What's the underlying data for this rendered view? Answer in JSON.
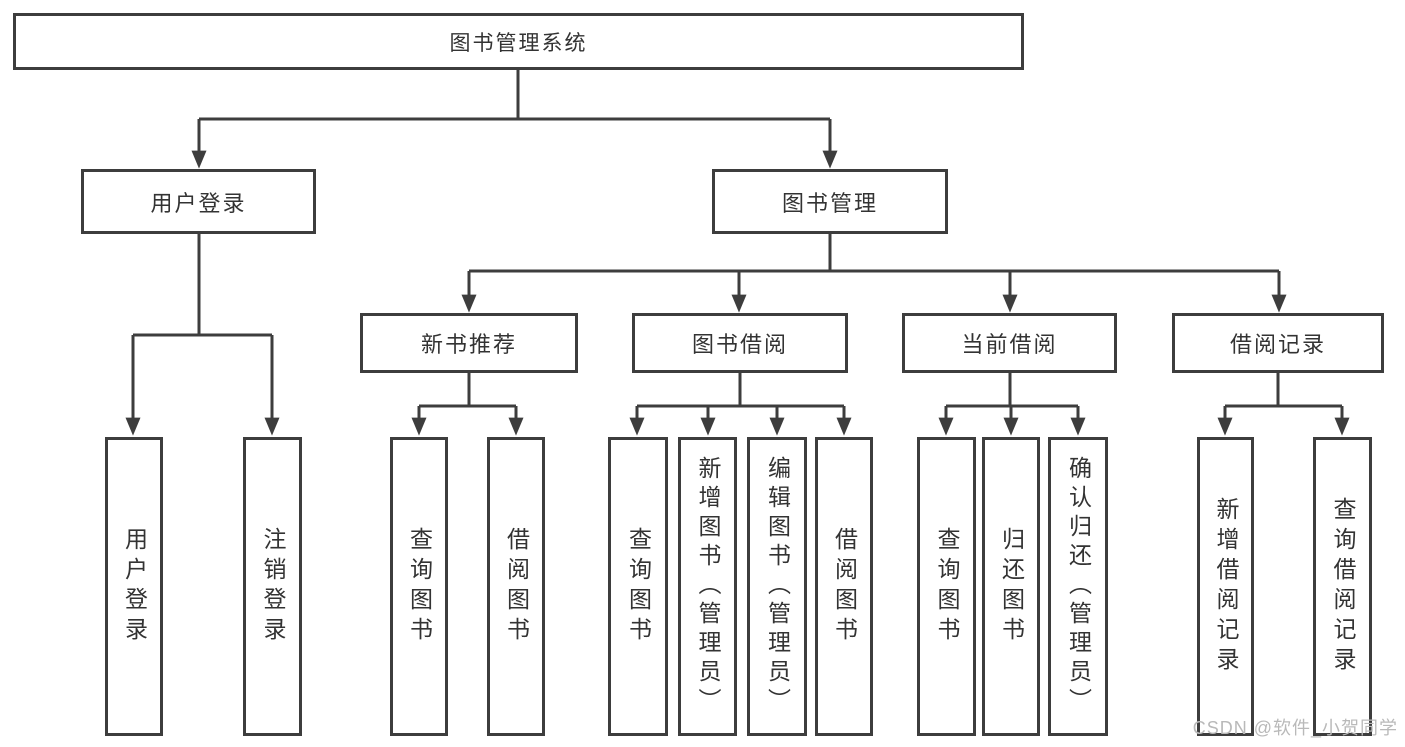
{
  "colors": {
    "line": "#3d3d3d",
    "text": "#333333",
    "bg": "#ffffff",
    "watermark": "#b9b9b9"
  },
  "watermark": "CSDN @软件_小贺同学",
  "nodes": {
    "root": {
      "label": "图书管理系统"
    },
    "user_login": {
      "label": "用户登录"
    },
    "book_mgmt": {
      "label": "图书管理"
    },
    "new_book_rec": {
      "label": "新书推荐"
    },
    "book_borrow": {
      "label": "图书借阅"
    },
    "current_borrow": {
      "label": "当前借阅"
    },
    "borrow_records": {
      "label": "借阅记录"
    },
    "leaf_user_login": {
      "label": "用户登录"
    },
    "leaf_logout": {
      "label": "注销登录"
    },
    "leaf_query_books_rec": {
      "label": "查询图书"
    },
    "leaf_borrow_books_rec": {
      "label": "借阅图书"
    },
    "leaf_query_books_borrow": {
      "label": "查询图书"
    },
    "leaf_add_book_admin": {
      "label": "新增图书（管理员）"
    },
    "leaf_edit_book_admin": {
      "label": "编辑图书（管理员）"
    },
    "leaf_borrow_books_borrow": {
      "label": "借阅图书"
    },
    "leaf_query_books_current": {
      "label": "查询图书"
    },
    "leaf_return_book": {
      "label": "归还图书"
    },
    "leaf_confirm_return_admin": {
      "label": "确认归还（管理员）"
    },
    "leaf_add_borrow_record": {
      "label": "新增借阅记录"
    },
    "leaf_query_borrow_record": {
      "label": "查询借阅记录"
    }
  },
  "tree": {
    "图书管理系统": {
      "用户登录": [
        "用户登录",
        "注销登录"
      ],
      "图书管理": {
        "新书推荐": [
          "查询图书",
          "借阅图书"
        ],
        "图书借阅": [
          "查询图书",
          "新增图书（管理员）",
          "编辑图书（管理员）",
          "借阅图书"
        ],
        "当前借阅": [
          "查询图书",
          "归还图书",
          "确认归还（管理员）"
        ],
        "借阅记录": [
          "新增借阅记录",
          "查询借阅记录"
        ]
      }
    }
  }
}
